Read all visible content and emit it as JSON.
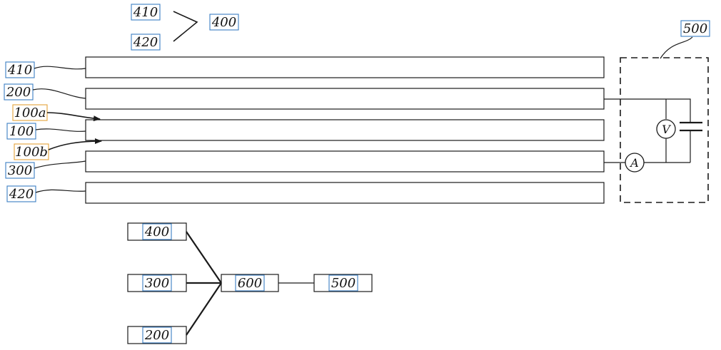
{
  "labels": {
    "legend_410": "410",
    "legend_420": "420",
    "legend_400": "400",
    "circuit_500": "500",
    "layer_410": "410",
    "layer_200": "200",
    "surface_100a": "100a",
    "layer_100": "100",
    "surface_100b": "100b",
    "layer_300": "300",
    "layer_420": "420",
    "meter_v": "V",
    "meter_a": "A"
  },
  "block_diagram": {
    "block_400": "400",
    "block_300": "300",
    "block_200": "200",
    "block_600": "600",
    "block_500": "500"
  },
  "colors": {
    "label_box_blue": "#3b7fc4",
    "label_box_orange": "#e3a33a",
    "line": "#1a1a1a"
  }
}
